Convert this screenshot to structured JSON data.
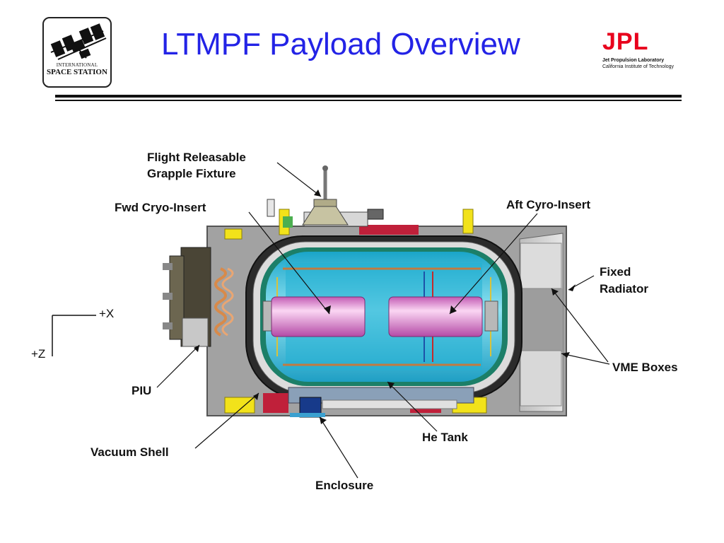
{
  "slide": {
    "title": "LTMPF Payload Overview",
    "logo_left": {
      "line1": "INTERNATIONAL",
      "line2": "SPACE STATION"
    },
    "logo_right": {
      "mark": "JPL",
      "line1": "Jet Propulsion Laboratory",
      "line2": "California Institute of Technology"
    }
  },
  "diagram": {
    "labels": {
      "grapple_1": "Flight Releasable",
      "grapple_2": "Grapple Fixture",
      "fwd_cryo": "Fwd Cryo-Insert",
      "aft_cryo": "Aft Cyro-Insert",
      "fixed_rad_1": "Fixed",
      "fixed_rad_2": "Radiator",
      "vme": "VME Boxes",
      "piu": "PIU",
      "vacuum": "Vacuum Shell",
      "he_tank": "He Tank",
      "enclosure": "Enclosure",
      "axis_x": "+X",
      "axis_z": "+Z"
    },
    "colors": {
      "title": "#2323e6",
      "jpl": "#e8001c",
      "enclosure_gray": "#9a9a9a",
      "tank_cyan": "#3fb9d8",
      "insert_magenta": "#e58ad6",
      "yellow": "#f2e21a",
      "red": "#c0203a",
      "green": "#1e7a5a"
    }
  }
}
